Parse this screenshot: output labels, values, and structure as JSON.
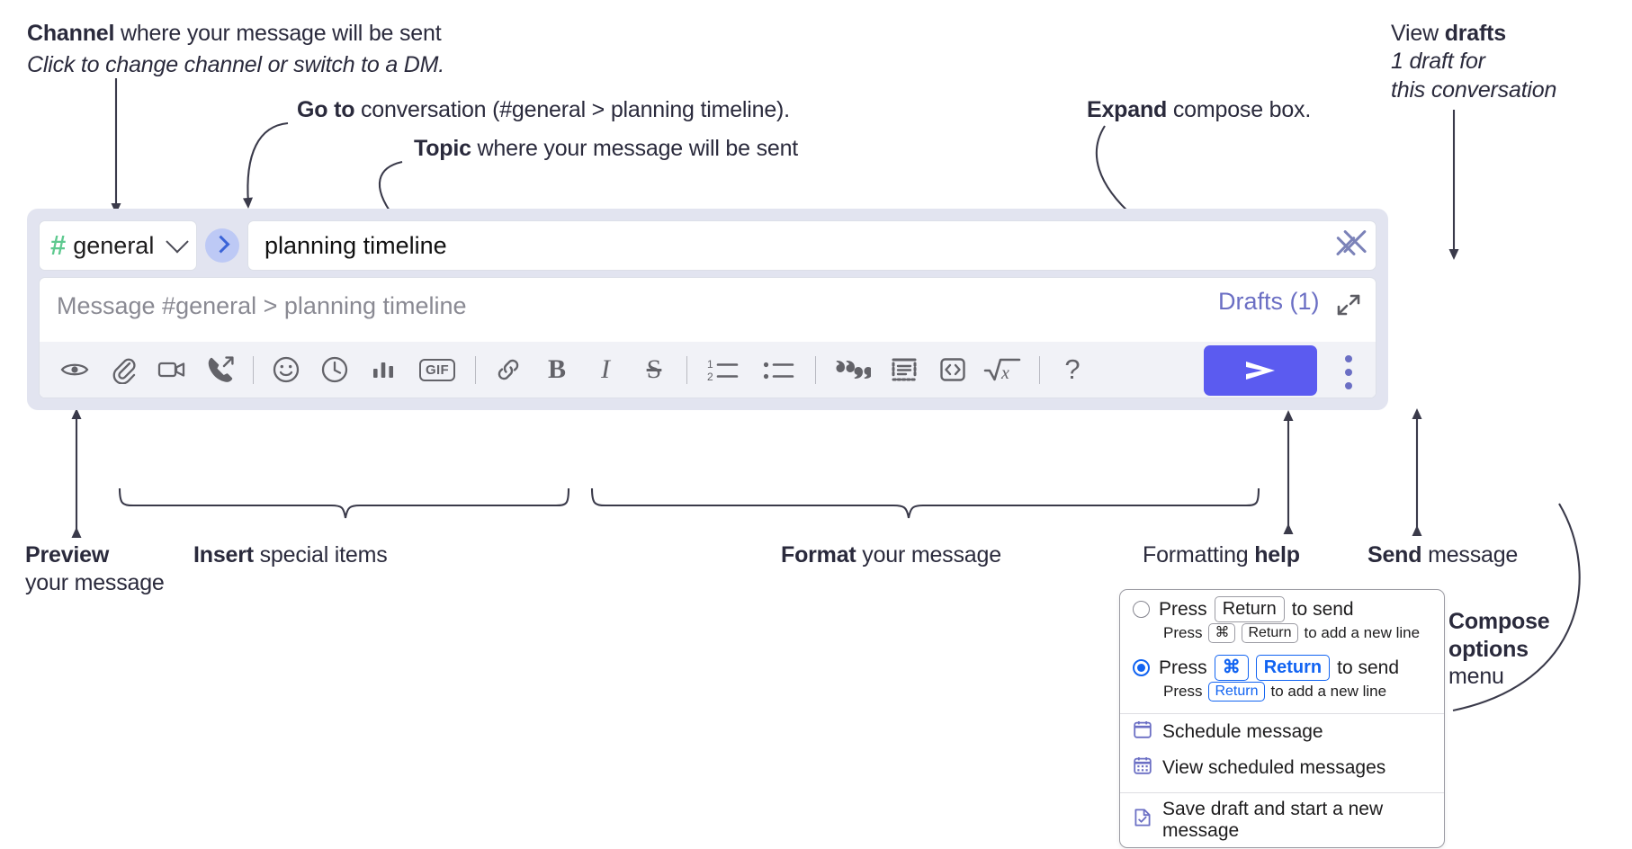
{
  "annotations": {
    "channel": {
      "bold": "Channel",
      "rest": " where your message will be sent",
      "sub": "Click to change channel or switch to a DM."
    },
    "goto": {
      "bold": "Go to",
      "rest": " conversation (#general > planning timeline)."
    },
    "topic": {
      "bold": "Topic",
      "rest": " where your message will be sent"
    },
    "expand": {
      "bold": "Expand",
      "rest": " compose box."
    },
    "drafts": {
      "pre": "View ",
      "bold": "drafts",
      "sub1": "1 draft for",
      "sub2": "this conversation"
    },
    "preview": {
      "bold": "Preview",
      "sub": "your message"
    },
    "insert": {
      "bold": "Insert",
      "rest": " special items"
    },
    "format": {
      "bold": "Format",
      "rest": " your message"
    },
    "help": {
      "pre": "Formatting ",
      "bold": "help"
    },
    "send": {
      "bold": "Send",
      "rest": " message"
    },
    "compose_options": {
      "bold1": "Compose",
      "bold2": "options",
      "rest": "menu"
    }
  },
  "compose": {
    "channel_name": "general",
    "hash_glyph": "#",
    "topic_value": "planning timeline",
    "message_placeholder": "Message #general > planning timeline",
    "drafts_label": "Drafts (1)",
    "gif_label": "GIF",
    "bold_label": "B",
    "italic_label": "I",
    "strike_label": "S",
    "help_label": "?",
    "toolbar_icons": [
      "eye-icon",
      "paperclip-icon",
      "video-camera-icon",
      "huddle-phone-icon",
      "emoji-icon",
      "clock-icon",
      "poll-bar-chart-icon",
      "gif-icon",
      "link-icon",
      "bold-icon",
      "italic-icon",
      "strikethrough-icon",
      "ordered-list-icon",
      "bulleted-list-icon",
      "blockquote-icon",
      "code-block-icon",
      "code-icon",
      "equation-icon",
      "formatting-help-icon"
    ]
  },
  "menu": {
    "option1": {
      "selected": false,
      "press": "Press",
      "key": "Return",
      "tosend": "to send",
      "sub_press": "Press",
      "sub_key1": "⌘",
      "sub_key2": "Return",
      "sub_tail": "to add a new line"
    },
    "option2": {
      "selected": true,
      "press": "Press",
      "key1": "⌘",
      "key2": "Return",
      "tosend": "to send",
      "sub_press": "Press",
      "sub_key": "Return",
      "sub_tail": "to add a new line"
    },
    "items": [
      {
        "icon": "calendar-icon",
        "label": "Schedule message"
      },
      {
        "icon": "calendar-grid-icon",
        "label": "View scheduled messages"
      },
      {
        "icon": "save-draft-icon",
        "label": "Save draft and start a new message"
      }
    ]
  },
  "colors": {
    "compose_bg": "#e2e4f0",
    "send_button": "#5b5bf0",
    "hash_green": "#5ec98f",
    "accent_purple": "#6b6fc4",
    "accent_blue": "#1264f2"
  }
}
